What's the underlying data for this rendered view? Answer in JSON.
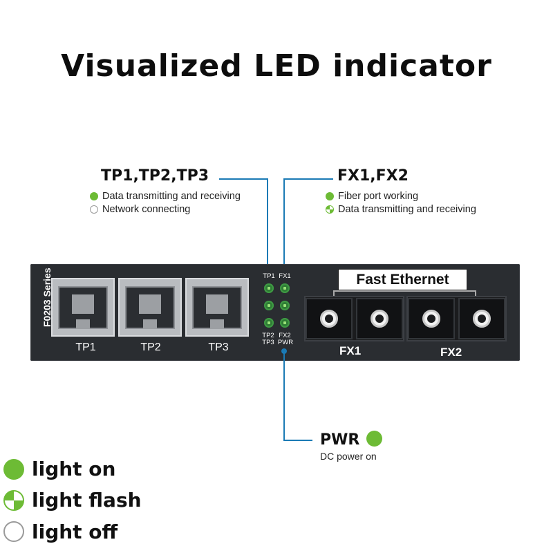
{
  "title": "Visualized LED indicator",
  "tp_group": {
    "title": "TP1,TP2,TP3",
    "items": [
      "Data transmitting and receiving",
      "Network connecting"
    ]
  },
  "fx_group": {
    "title": "FX1,FX2",
    "items": [
      "Fiber port working",
      "Data transmitting and receiving"
    ]
  },
  "pwr_group": {
    "title": "PWR",
    "desc": "DC power on"
  },
  "device": {
    "series": "F0203 Series",
    "ports": [
      "TP1",
      "TP2",
      "TP3"
    ],
    "led_labels": {
      "top_left": "TP1",
      "top_right": "FX1",
      "bottom_left_1": "TP2",
      "bottom_left_2": "TP3",
      "bottom_right_1": "FX2",
      "bottom_right_2": "PWR"
    },
    "fiber_title": "Fast Ethernet",
    "fiber_ports": [
      "FX1",
      "FX2"
    ]
  },
  "legend": [
    "light on",
    "light flash",
    "light off"
  ],
  "colors": {
    "led_green": "#6dbb35",
    "leader_blue": "#1a7ab5",
    "device_body": "#2a2d31"
  }
}
